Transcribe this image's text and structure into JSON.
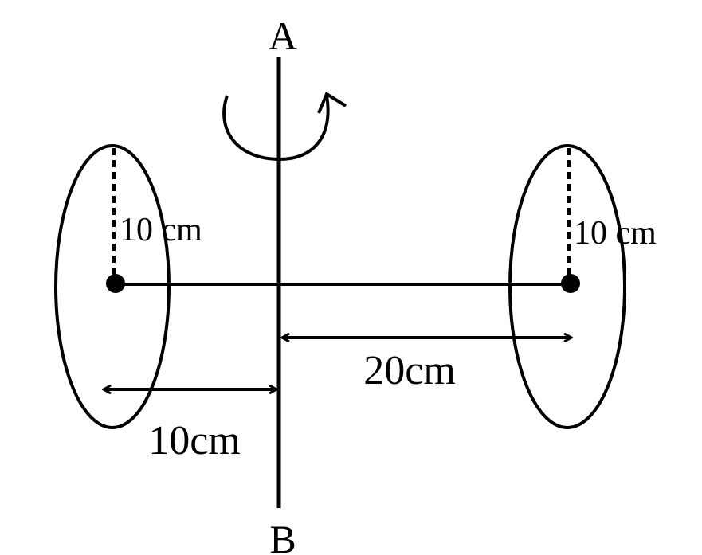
{
  "axis": {
    "top_label": "A",
    "bottom_label": "B"
  },
  "left_ring": {
    "radius_label": "10 cm",
    "distance_label": "10cm"
  },
  "right_ring": {
    "radius_label": "10 cm",
    "distance_label": "20cm"
  },
  "colors": {
    "stroke": "#000000",
    "background": "#ffffff"
  }
}
